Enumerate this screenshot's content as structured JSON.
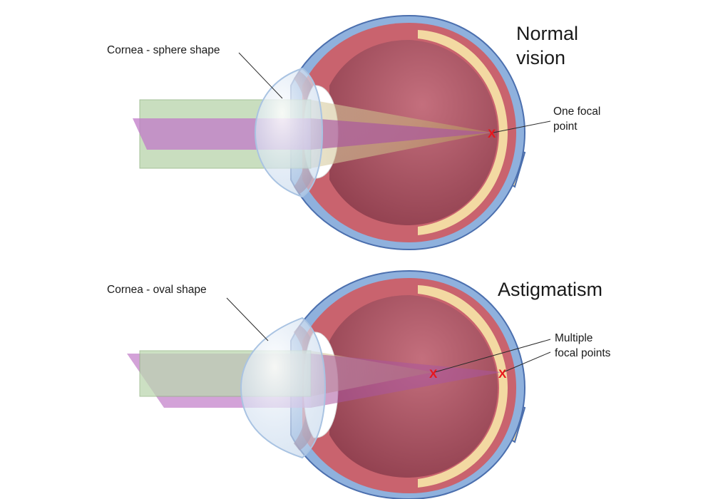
{
  "panels": {
    "normal": {
      "title_line1": "Normal",
      "title_line2": "vision",
      "cornea_label": "Cornea - sphere shape",
      "focal_label_line1": "One focal",
      "focal_label_line2": "point",
      "focal_marker": "X"
    },
    "astigmatism": {
      "title": "Astigmatism",
      "cornea_label": "Cornea - oval shape",
      "focal_label_line1": "Multiple",
      "focal_label_line2": "focal points",
      "focal_marker_1": "X",
      "focal_marker_2": "X"
    }
  },
  "colors": {
    "sclera_blue": "#8fb1dd",
    "outer_edge": "#4b6fae",
    "choroid_red": "#c9636e",
    "vitreous": "#a8505f",
    "retina_yellow": "#f3d9a2",
    "lens_white": "#ffffff",
    "cornea_glass": "#dde9f6",
    "beam_green": "#bcd6b0",
    "beam_purple": "#c07ac8",
    "marker_red": "#e8161b"
  }
}
